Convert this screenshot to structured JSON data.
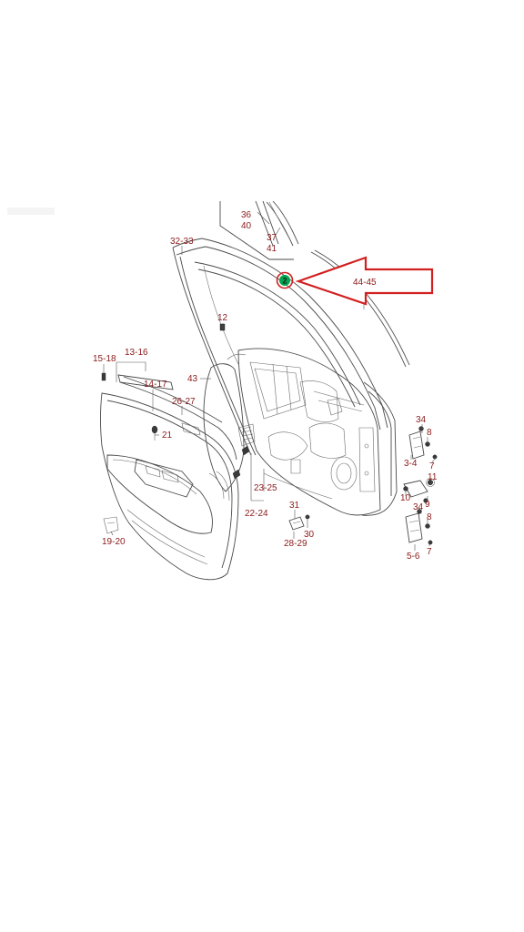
{
  "diagram": {
    "callout": {
      "number": "2",
      "circle_color": "#00a651",
      "ring_color": "#d22020",
      "arrow_color": "#d22020"
    },
    "label_color": "#8b1a1a",
    "labels": {
      "l_36": "36",
      "l_40": "40",
      "l_37": "37",
      "l_41": "41",
      "l_32_33": "32-33",
      "l_44_45": "44-45",
      "l_12": "12",
      "l_15_18": "15-18",
      "l_13_16": "13-16",
      "l_14_17": "14-17",
      "l_43": "43",
      "l_26_27": "26-27",
      "l_21": "21",
      "l_34a": "34",
      "l_8a": "8",
      "l_3_4": "3-4",
      "l_7a": "7",
      "l_11": "11",
      "l_10": "10",
      "l_9": "9",
      "l_23_25": "23-25",
      "l_22_24": "22-24",
      "l_31": "31",
      "l_30": "30",
      "l_28_29": "28-29",
      "l_34b": "34",
      "l_8b": "8",
      "l_5_6": "5-6",
      "l_7b": "7",
      "l_19_20": "19-20"
    }
  }
}
